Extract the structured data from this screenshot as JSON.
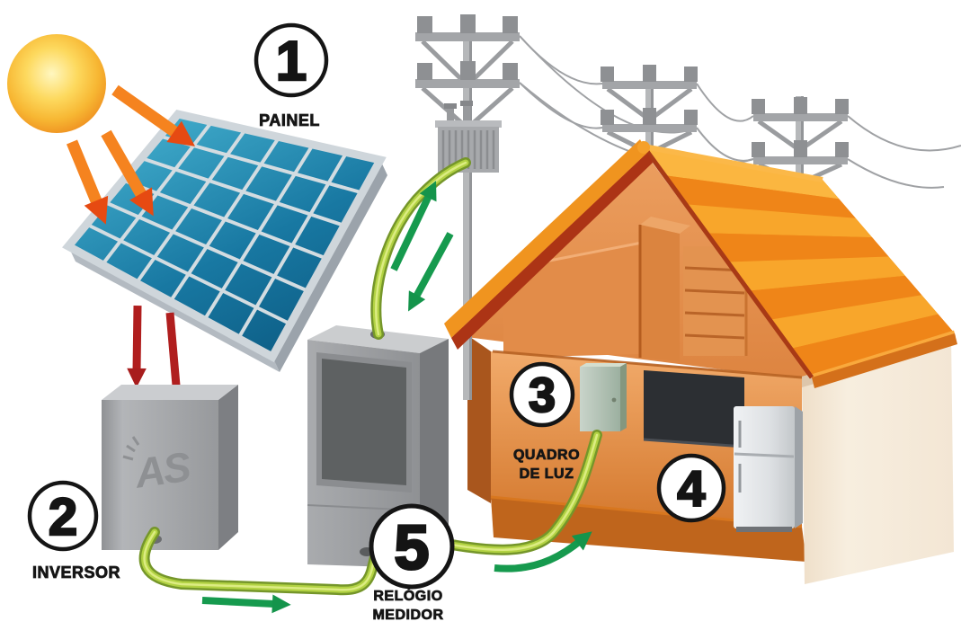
{
  "figure": {
    "description": "Residential grid-tied solar energy system diagram",
    "steps": [
      {
        "number": "1",
        "label_lines": [
          "PAINEL"
        ]
      },
      {
        "number": "2",
        "label_lines": [
          "INVERSOR"
        ]
      },
      {
        "number": "3",
        "label_lines": [
          "QUADRO",
          "DE LUZ"
        ]
      },
      {
        "number": "4",
        "label_lines": []
      },
      {
        "number": "5",
        "label_lines": [
          "RELÓGIO",
          "MEDIDOR"
        ]
      }
    ],
    "inverter_logo": "AS",
    "colors": {
      "cable_outline": "#75962a",
      "cable_green": "#b2d243",
      "cable_highlight": "#dcec82",
      "arrow_green": "#169a4e",
      "arrow_dark_red": "#b01e1e",
      "sun_arrow_orange": "#f5831f",
      "sun_arrow_head": "#e64a12",
      "roof_stripe_light": "#f8a62b",
      "roof_stripe_dark": "#ef8518",
      "roof_ridge_light": "#fbb640",
      "panel_grid_line": "#d3dce1",
      "wall_orange": "#e5914d",
      "circle_border": "#151515"
    }
  }
}
